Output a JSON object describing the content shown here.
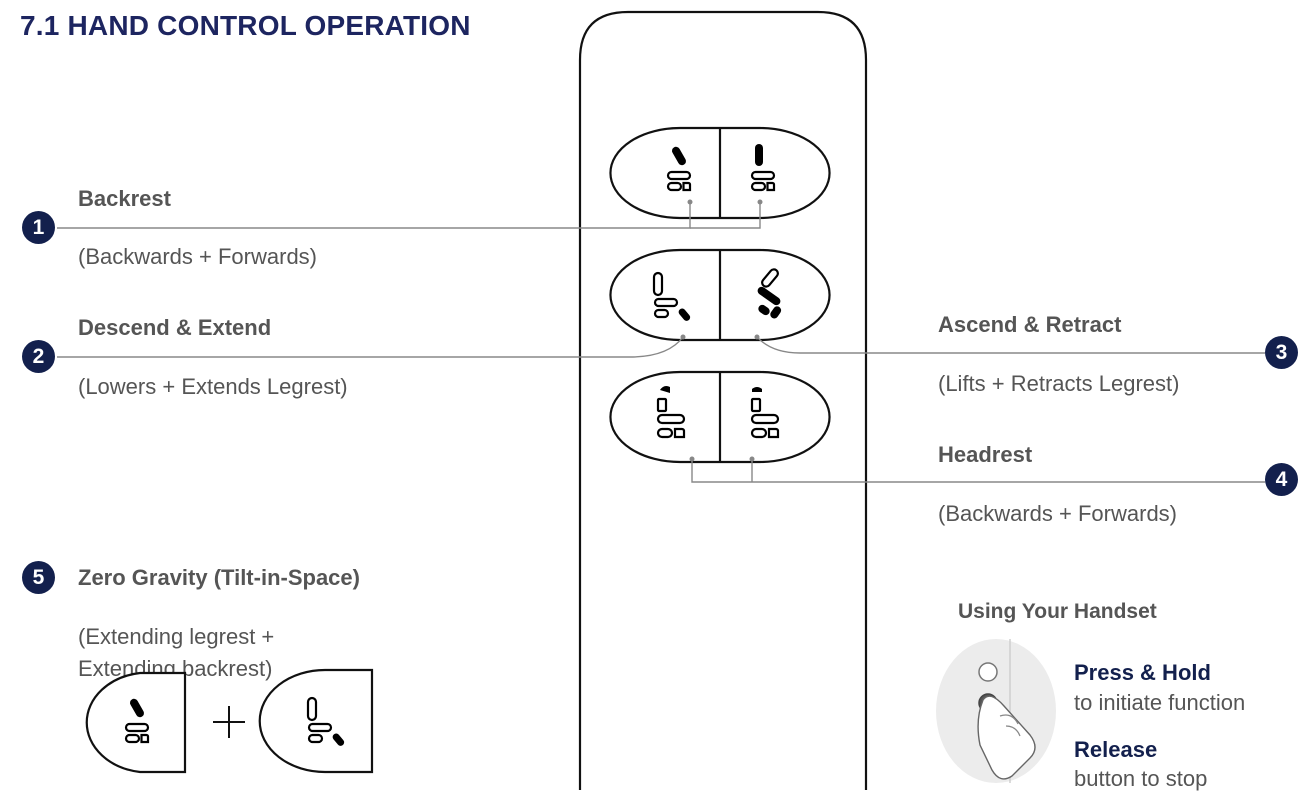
{
  "title": "7.1 HAND CONTROL OPERATION",
  "items": [
    {
      "number": "1",
      "label": "Backrest",
      "sub": "(Backwards + Forwards)"
    },
    {
      "number": "2",
      "label": "Descend & Extend",
      "sub": "(Lowers + Extends Legrest)"
    },
    {
      "number": "3",
      "label": "Ascend & Retract",
      "sub": "(Lifts + Retracts Legrest)"
    },
    {
      "number": "4",
      "label": "Headrest",
      "sub": "(Backwards + Forwards)"
    },
    {
      "number": "5",
      "label": "Zero Gravity (Tilt-in-Space)",
      "sub_lines": [
        "(Extending legrest +",
        "Extending backrest)"
      ]
    }
  ],
  "handset": {
    "heading": "Using Your Handset",
    "press_title": "Press & Hold",
    "press_text": "to initiate function",
    "release_title": "Release",
    "release_text": "button to stop"
  },
  "colors": {
    "navy": "#13204d",
    "text": "#555555",
    "line": "#888888"
  },
  "icons": [
    "chair-backrest-recline-icon",
    "chair-backrest-upright-icon",
    "chair-descend-extend-icon",
    "chair-ascend-retract-icon",
    "chair-headrest-back-icon",
    "chair-headrest-forward-icon",
    "plus-icon",
    "finger-press-icon"
  ]
}
